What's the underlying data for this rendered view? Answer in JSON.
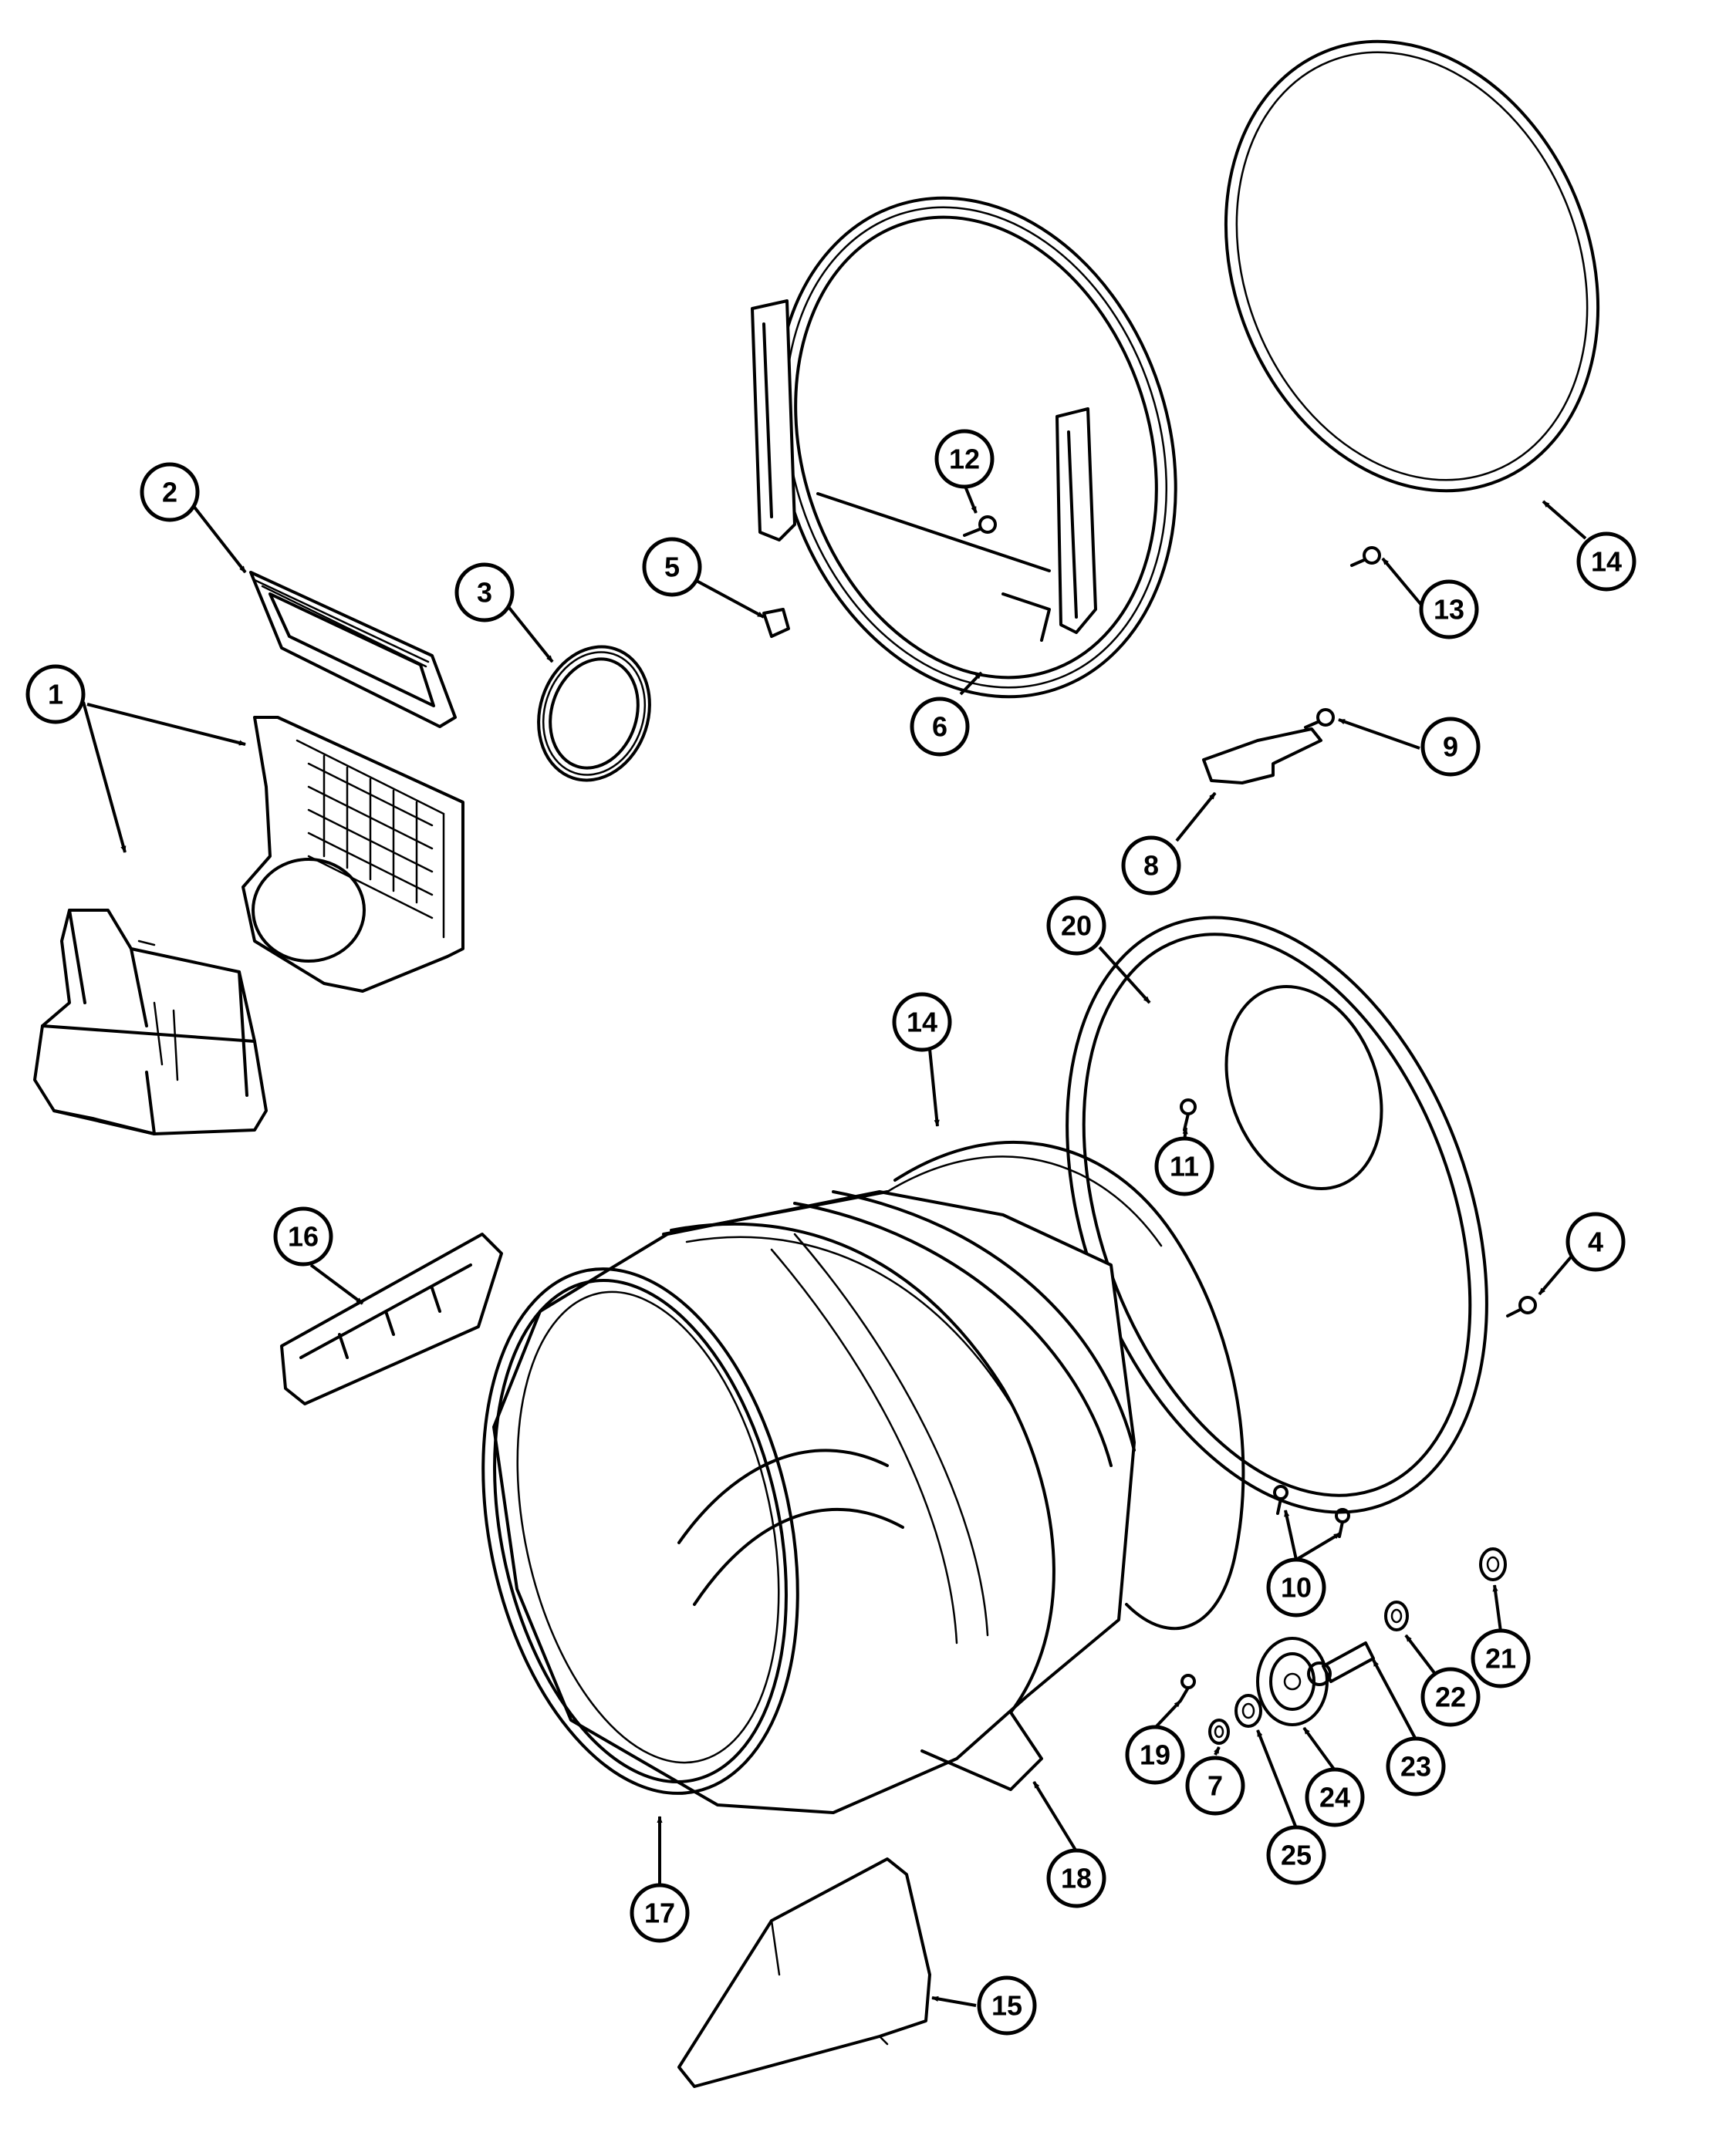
{
  "callouts": [
    {
      "id": "c1",
      "label": "1"
    },
    {
      "id": "c2",
      "label": "2"
    },
    {
      "id": "c3",
      "label": "3"
    },
    {
      "id": "c4",
      "label": "4"
    },
    {
      "id": "c5",
      "label": "5"
    },
    {
      "id": "c6",
      "label": "6"
    },
    {
      "id": "c7",
      "label": "7"
    },
    {
      "id": "c8",
      "label": "8"
    },
    {
      "id": "c9",
      "label": "9"
    },
    {
      "id": "c10",
      "label": "10"
    },
    {
      "id": "c11",
      "label": "11"
    },
    {
      "id": "c12",
      "label": "12"
    },
    {
      "id": "c13",
      "label": "13"
    },
    {
      "id": "c14a",
      "label": "14"
    },
    {
      "id": "c14b",
      "label": "14"
    },
    {
      "id": "c15",
      "label": "15"
    },
    {
      "id": "c16",
      "label": "16"
    },
    {
      "id": "c17",
      "label": "17"
    },
    {
      "id": "c18",
      "label": "18"
    },
    {
      "id": "c19",
      "label": "19"
    },
    {
      "id": "c20",
      "label": "20"
    },
    {
      "id": "c21",
      "label": "21"
    },
    {
      "id": "c22",
      "label": "22"
    },
    {
      "id": "c23",
      "label": "23"
    },
    {
      "id": "c24",
      "label": "24"
    },
    {
      "id": "c25",
      "label": "25"
    }
  ]
}
